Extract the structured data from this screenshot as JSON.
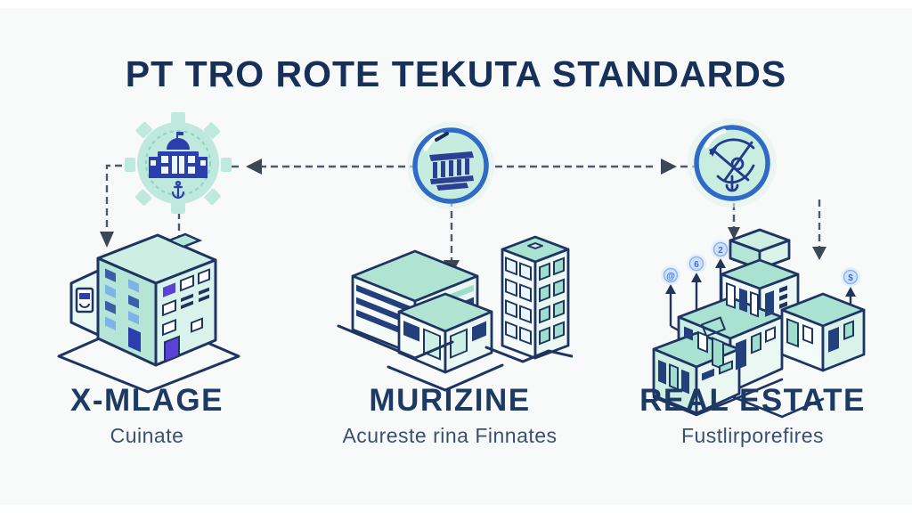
{
  "title": "PT TRO ROTE TEKUTA STANDARDS",
  "flow": {
    "icons": [
      {
        "name": "government-seal-icon"
      },
      {
        "name": "bank-building-icon"
      },
      {
        "name": "compass-survey-icon"
      }
    ]
  },
  "columns": [
    {
      "heading": "X-MLAGE",
      "subtitle": "Cuinate"
    },
    {
      "heading": "MURIZINE",
      "subtitle": "Acureste rina Finnates"
    },
    {
      "heading": "REAL ESTATE",
      "subtitle": "Fustlirporefires"
    }
  ],
  "markers": {
    "glyphs": [
      "@",
      "6",
      "2",
      "$"
    ]
  },
  "colors": {
    "title_navy": "#17305a",
    "outline_navy": "#1e3462",
    "mint": "#b9e7d9",
    "mint_light": "#d7f3ea",
    "accent_blue": "#2f6bc6",
    "dash_gray": "#4d5a68"
  }
}
